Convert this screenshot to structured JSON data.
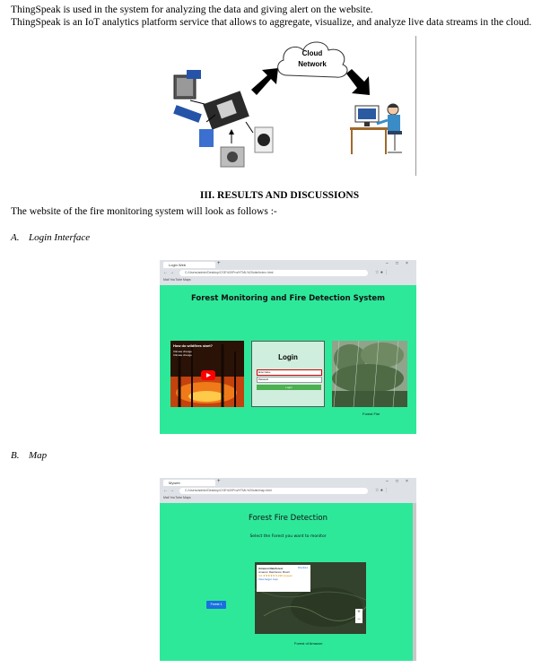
{
  "intro": {
    "line1": "ThingSpeak is used in the system for analyzing the data and giving alert on the website.",
    "line2": "ThingSpeak is an IoT analytics platform service that allows to aggregate, visualize, and analyze live data streams in the cloud."
  },
  "diagram": {
    "cloud_line1": "Cloud",
    "cloud_line2": "Network"
  },
  "section": {
    "heading": "III.   RESULTS AND DISCUSSIONS",
    "description": "The website of the fire monitoring system will look as follows :-"
  },
  "subsections": [
    {
      "num": "A.",
      "title": "Login Interface"
    },
    {
      "num": "B.",
      "title": "Map"
    }
  ],
  "login_screenshot": {
    "tab_title": "Login Web",
    "address": "C:/Users/admin/Desktop/CSE%20Pro/HTML%20site/index.html",
    "bookmarks": "Mail   YouTube   Maps",
    "page_title": "Forest Monitoring and Fire Detection System",
    "video_title": "How do wildfires start?",
    "video_sub1": "Climate change",
    "video_sub2": "Climate change",
    "login_heading": "Login",
    "username_placeholder": "Enter Name",
    "password_placeholder": "Password",
    "login_button": "Login",
    "forest_caption": "Forest Fire"
  },
  "map_screenshot": {
    "tab_title": "Myweb",
    "address": "C:/Users/admin/Desktop/CSE%20Pro/HTML%20site/map.html",
    "bookmarks": "Mail   YouTube   Maps",
    "page_title": "Forest Fire Detection",
    "instruction": "Select the Forest you want to monitor",
    "button_label": "Forest 1",
    "popup_name": "Amazon Rainforest",
    "popup_address": "Amazon Rainforest, Brazil",
    "popup_rating": "4.6 ★★★★★  8,238 reviews",
    "popup_link": "View larger map",
    "directions": "Directions",
    "map_caption": "Forest of Amazon"
  },
  "colors": {
    "page_green": "#2ee89a",
    "button_blue": "#1a6fe0",
    "login_button": "#4caf50"
  }
}
